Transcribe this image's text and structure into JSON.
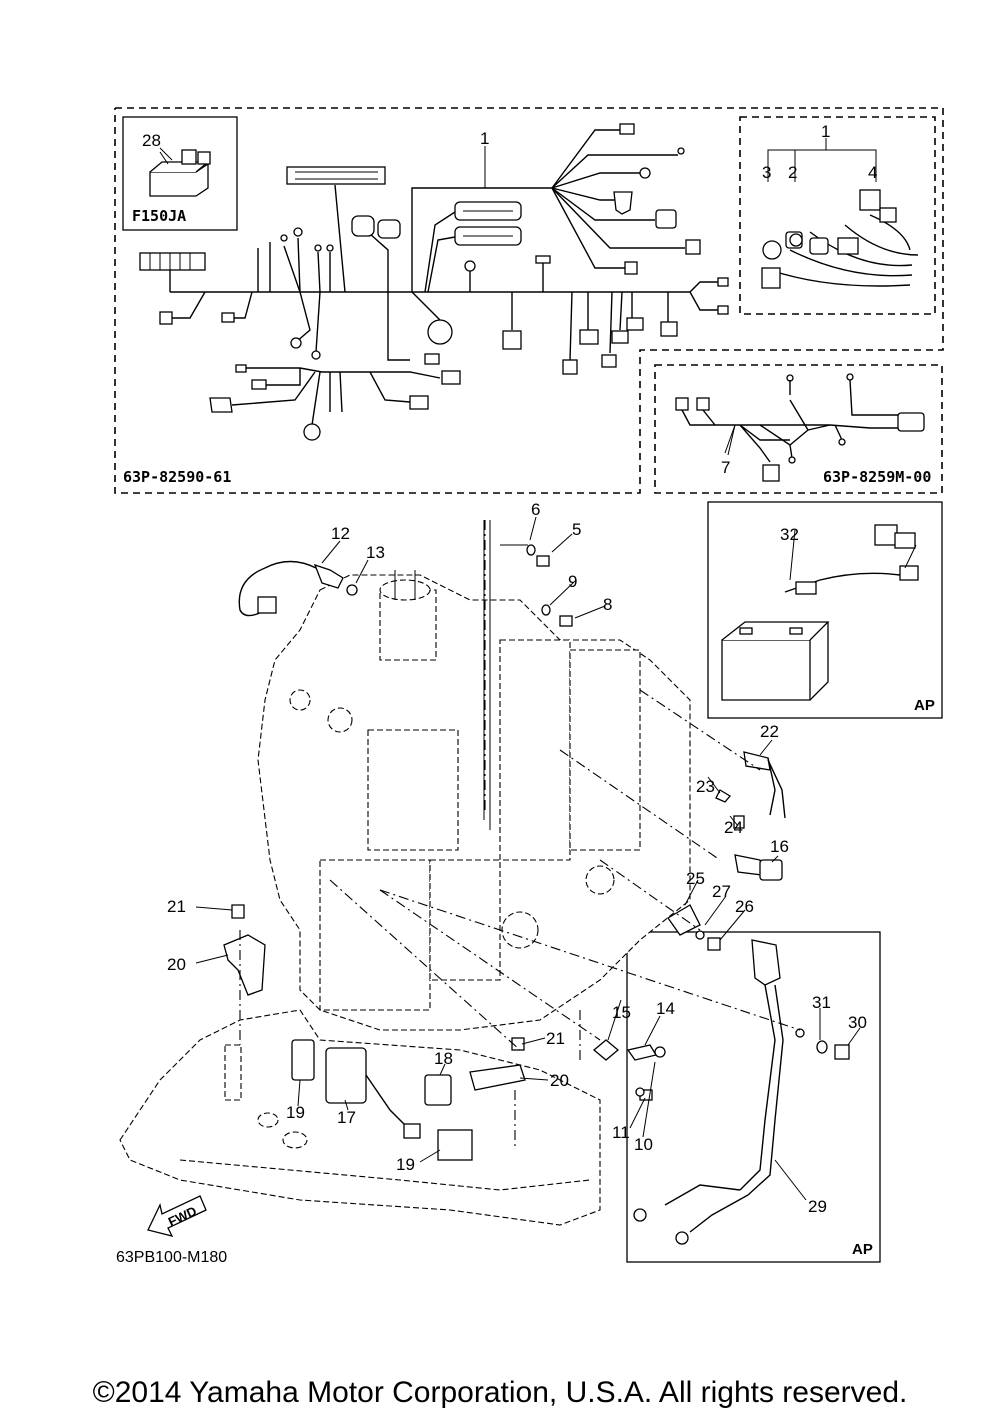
{
  "callouts": {
    "c1": "1",
    "c1b": "1",
    "c2": "2",
    "c3": "3",
    "c4": "4",
    "c5": "5",
    "c6": "6",
    "c7": "7",
    "c8": "8",
    "c9": "9",
    "c10": "10",
    "c11": "11",
    "c12": "12",
    "c13": "13",
    "c14": "14",
    "c15": "15",
    "c16": "16",
    "c17": "17",
    "c18": "18",
    "c19a": "19",
    "c19b": "19",
    "c20a": "20",
    "c20b": "20",
    "c21a": "21",
    "c21b": "21",
    "c22": "22",
    "c23": "23",
    "c24": "24",
    "c25": "25",
    "c26": "26",
    "c27": "27",
    "c28": "28",
    "c29": "29",
    "c30": "30",
    "c31": "31",
    "c32": "32"
  },
  "labels": {
    "model_code": "F150JA",
    "harness_main": "63P-82590-61",
    "harness_sub": "63P-8259M-00",
    "ap_top": "AP",
    "ap_bottom": "AP",
    "fwd": "FWD",
    "diagram_code": "63PB100-M180"
  },
  "copyright": "©2014 Yamaha Motor Corporation, U.S.A. All rights reserved."
}
